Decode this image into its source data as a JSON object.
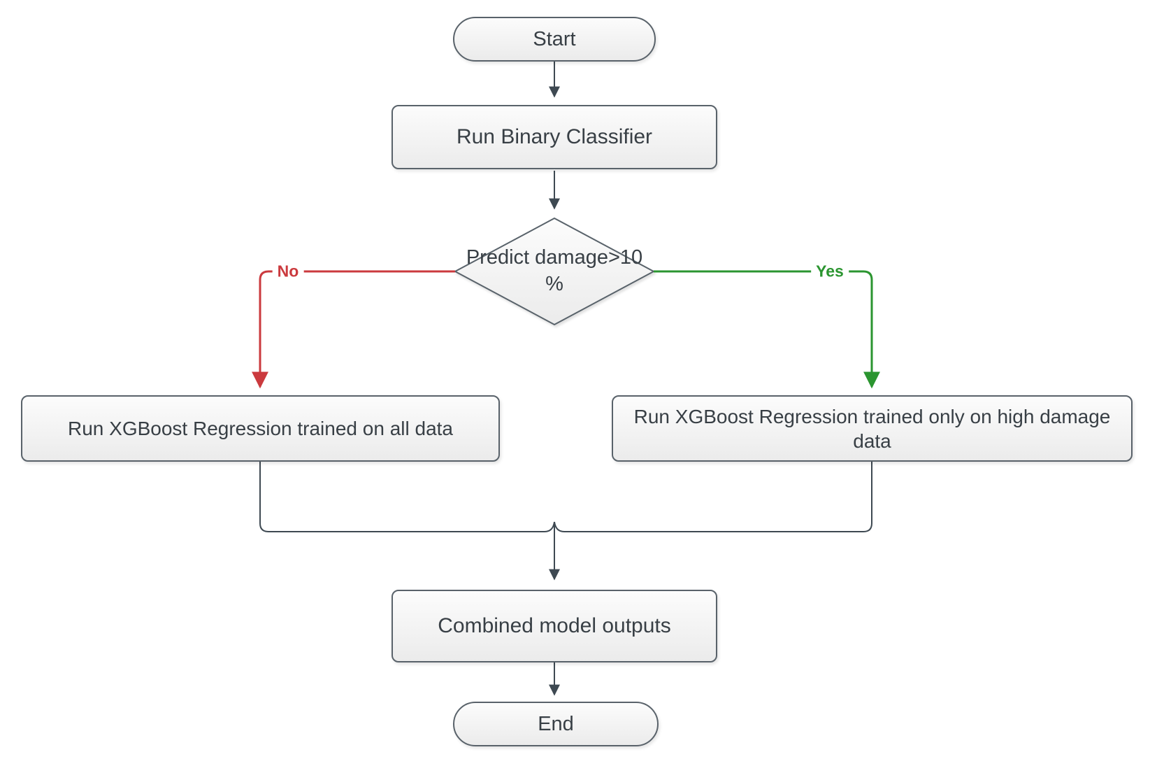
{
  "flowchart": {
    "nodes": {
      "start": "Start",
      "classifier": "Run Binary Classifier",
      "decision": "Predict damage>10 %",
      "regression_all": "Run XGBoost Regression trained on all data",
      "regression_high": "Run XGBoost Regression trained only on high damage data",
      "combined": "Combined model outputs",
      "end": "End"
    },
    "edge_labels": {
      "no": "No",
      "yes": "Yes"
    },
    "colors": {
      "no_branch": "#cb3a3e",
      "yes_branch": "#2b9530",
      "connector": "#3e4952",
      "shape_border": "#59626a",
      "shape_fill_top": "#fcfcfc",
      "shape_fill_bottom": "#ebebeb",
      "text": "#383f45"
    }
  }
}
